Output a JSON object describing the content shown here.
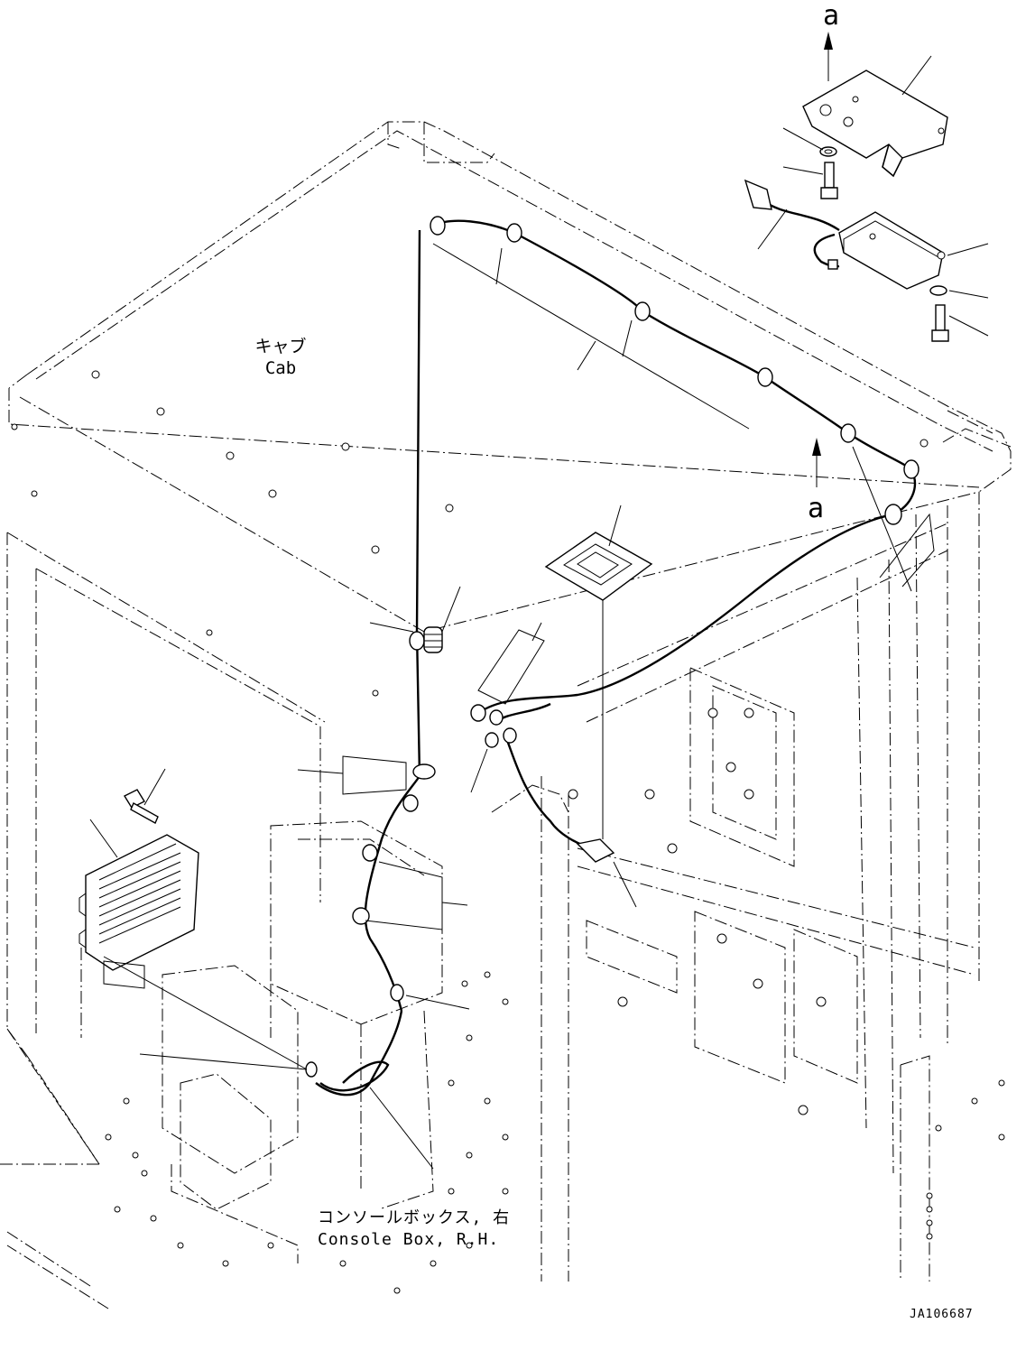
{
  "diagram": {
    "ref_view_top": "a",
    "ref_view_mid": "a",
    "cab_label_jp": "キャブ",
    "cab_label_en": "Cab",
    "console_label_jp": "コンソールボックス, 右",
    "console_label_en": "Console Box, R.H.",
    "drawing_code": "JA106687"
  }
}
